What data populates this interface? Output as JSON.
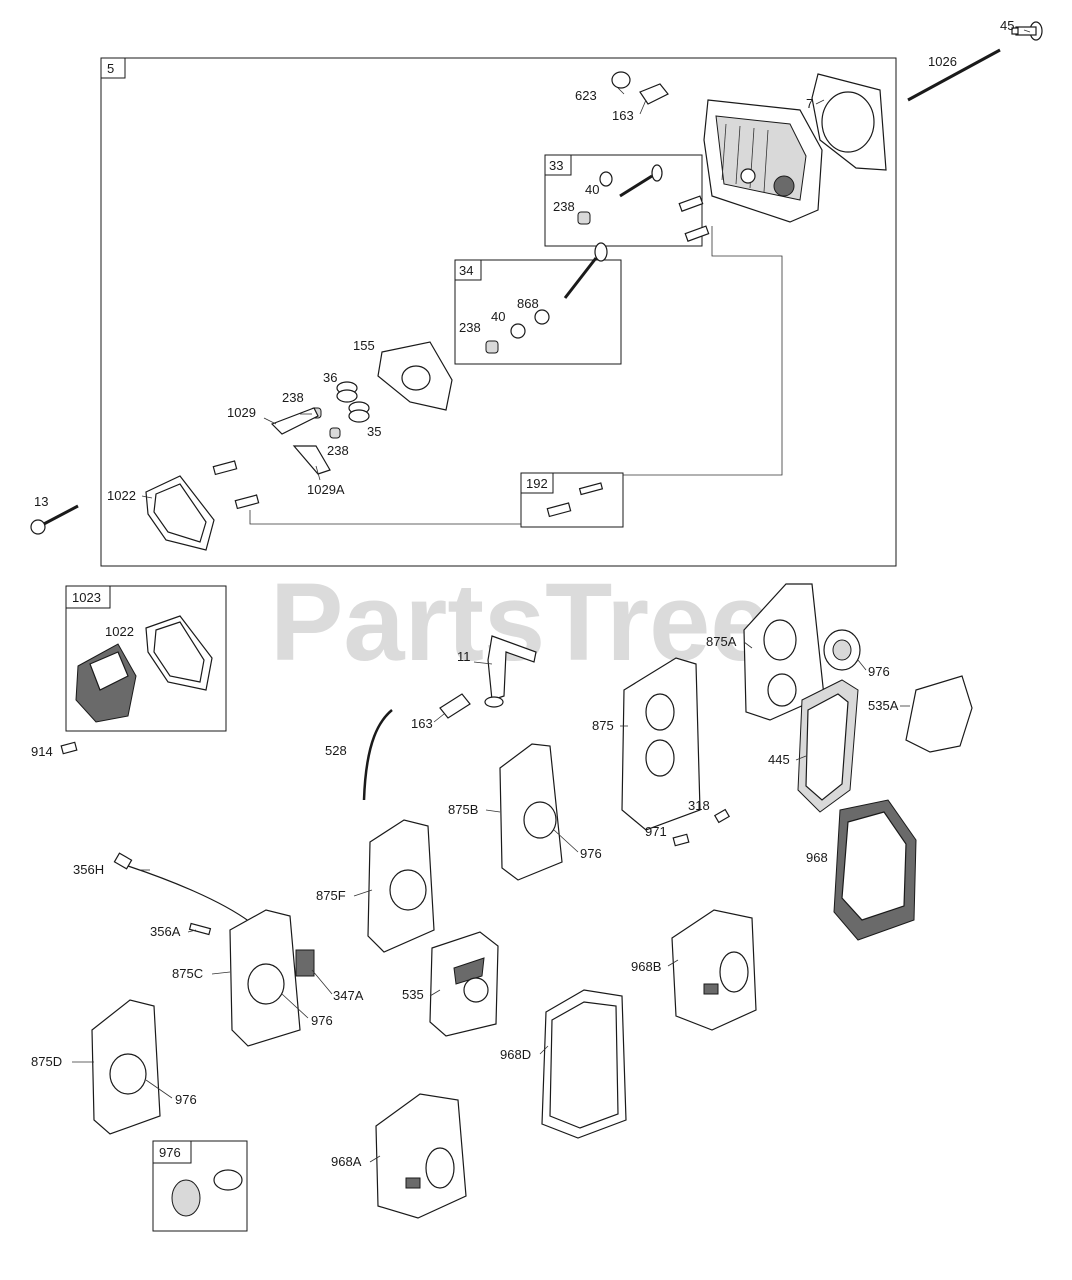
{
  "watermark": "PartsTree",
  "group_boxes": {
    "b5": "5",
    "b33": "33",
    "b34": "34",
    "b192": "192",
    "b1023": "1023",
    "b976": "976"
  },
  "callouts": {
    "c45": "45",
    "c1026": "1026",
    "c623": "623",
    "c163a": "163",
    "c7": "7",
    "c40a": "40",
    "c238a": "238",
    "c238b": "238",
    "c40b": "40",
    "c868": "868",
    "c155": "155",
    "c36": "36",
    "c238c": "238",
    "c1029": "1029",
    "c35": "35",
    "c238d": "238",
    "c1029a": "1029A",
    "c1022a": "1022",
    "c13": "13",
    "c1022b": "1022",
    "c914": "914",
    "c11": "11",
    "c163b": "163",
    "c528": "528",
    "c875a": "875A",
    "c976a": "976",
    "c535a": "535A",
    "c445": "445",
    "c875": "875",
    "c875b": "875B",
    "c976b": "976",
    "c318": "318",
    "c971": "971",
    "c968": "968",
    "c356h": "356H",
    "c875f": "875F",
    "c356a": "356A",
    "c875c": "875C",
    "c347a": "347A",
    "c976c": "976",
    "c535": "535",
    "c968b": "968B",
    "c968d": "968D",
    "c875d": "875D",
    "c976d": "976",
    "c968a": "968A"
  }
}
